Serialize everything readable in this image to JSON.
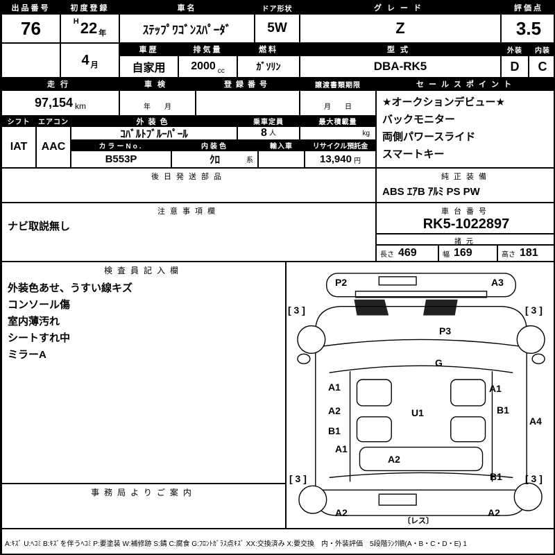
{
  "top": {
    "exhibit": {
      "label": "出品番号",
      "value": "76"
    },
    "first_reg": {
      "label": "初度登録",
      "era": "H",
      "year": "22",
      "year_unit": "年",
      "month": "4",
      "month_unit": "月"
    },
    "car_name": {
      "label": "車名",
      "value": "ｽﾃｯﾌﾟﾜｺﾞﾝｽﾊﾟｰﾀﾞ"
    },
    "door": {
      "label": "ドア形状",
      "value": "5W"
    },
    "grade": {
      "label": "グレード",
      "value": "Z"
    },
    "score": {
      "label": "評価点",
      "value": "3.5"
    },
    "history": {
      "label": "車歴",
      "value": "自家用"
    },
    "displacement": {
      "label": "排気量",
      "value": "2000",
      "unit": "cc"
    },
    "fuel": {
      "label": "燃料",
      "value": "ｶﾞｿﾘﾝ"
    },
    "model": {
      "label": "型式",
      "value": "DBA-RK5"
    },
    "exterior": {
      "label": "外装",
      "value": "D"
    },
    "interior": {
      "label": "内装",
      "value": "C"
    }
  },
  "mid": {
    "mileage": {
      "label": "走行",
      "value": "97,154",
      "unit": "km"
    },
    "shaken": {
      "label": "車検",
      "value": "年　　月"
    },
    "reg_no": {
      "label": "登録番号",
      "value": ""
    },
    "transfer": {
      "label": "譲渡書類期限",
      "value": "月　　日"
    },
    "sales_points": {
      "label": "セールスポイント",
      "lines": [
        "★オークションデビュー★",
        "バックモニター",
        "両側パワースライド",
        "スマートキー"
      ]
    },
    "shift": {
      "label": "シフト",
      "value": "IAT"
    },
    "aircon": {
      "label": "エアコン",
      "value": "AAC"
    },
    "ext_color": {
      "label": "外装色",
      "value": "ｺﾊﾞﾙﾄﾌﾞﾙｰﾊﾟｰﾙ"
    },
    "capacity": {
      "label": "乗車定員",
      "value": "8",
      "unit": "人"
    },
    "max_load": {
      "label": "最大積載量",
      "unit": "kg"
    },
    "color_no": {
      "label": "カラーNo.",
      "value": "B553P"
    },
    "int_color": {
      "label": "内装色",
      "value": "ｸﾛ",
      "suffix": "系"
    },
    "import_car": {
      "label": "輸入車",
      "value": ""
    },
    "recycle": {
      "label": "リサイクル預託金",
      "value": "13,940",
      "unit": "円"
    }
  },
  "sections": {
    "later_parts": {
      "label": "後日発送部品"
    },
    "genuine_equipment": {
      "label": "純正装備",
      "value": "ABS ｴｱB ｱﾙﾐ PS PW"
    },
    "notes": {
      "label": "注意事項欄",
      "value": "ナビ取説無し"
    },
    "chassis_no": {
      "label": "車台番号",
      "value": "RK5-1022897"
    },
    "specs": {
      "label": "諸元",
      "items": [
        {
          "label": "長さ",
          "value": "469"
        },
        {
          "label": "幅",
          "value": "169"
        },
        {
          "label": "高さ",
          "value": "181"
        }
      ]
    },
    "inspector": {
      "label": "検査員記入欄",
      "lines": [
        "外装色あせ、うすい線キズ",
        "コンソール傷",
        "室内薄汚れ",
        "シートすれ中",
        "ミラーA"
      ]
    },
    "office": {
      "label": "事務局よりご案内"
    }
  },
  "diagram": {
    "labels": [
      "P2",
      "A3",
      "[ 3 ]",
      "[ 3 ]",
      "P3",
      "G",
      "A1",
      "A1",
      "A2",
      "U1",
      "B1",
      "B1",
      "A4",
      "A1",
      "A2",
      "[ 3 ]",
      "B1",
      "[ 3 ]",
      "A2",
      "A2",
      "〔レス〕"
    ]
  },
  "legend": {
    "text": "A:ｷｽﾞ U:ﾍｺﾐ B:ｷｽﾞを伴うﾍｺﾐ P:要塗装 W:補修跡 S:錆 C:腐食 G:ﾌﾛﾝﾄｶﾞﾗｽ点ｷｽﾞ XX:交換済み X:要交換　内・外装評価　5段階ﾗﾝｸ順(A・B・C・D・E) 1"
  }
}
